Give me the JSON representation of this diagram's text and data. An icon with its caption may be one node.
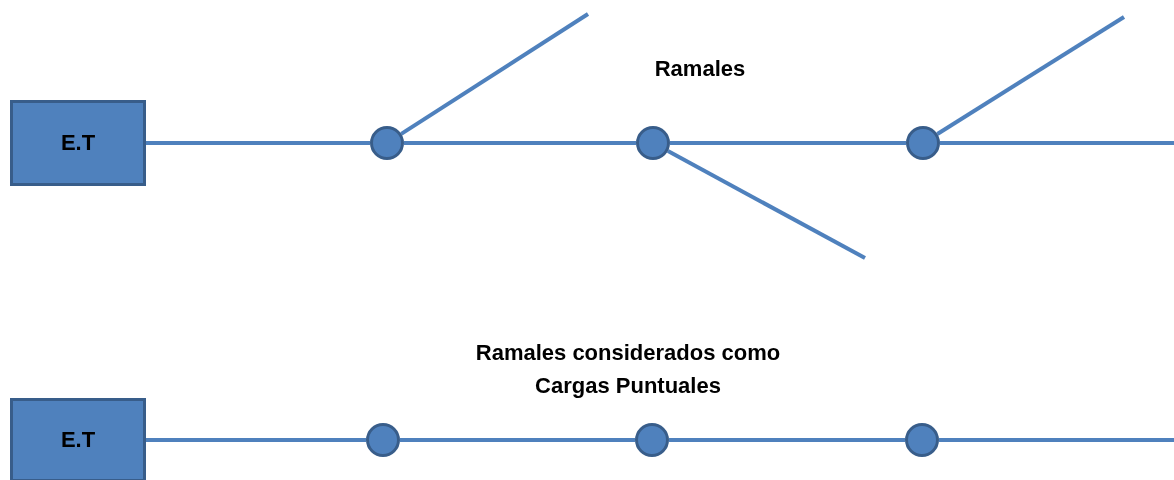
{
  "diagram": {
    "nodes": [
      {
        "text": [
          "E.T"
        ]
      },
      {
        "text": [],
        "shape": "circle"
      },
      {
        "text": [],
        "shape": "circle"
      },
      {
        "text": [],
        "shape": "circle"
      },
      {
        "text": [
          "E.T"
        ]
      },
      {
        "text": [],
        "shape": "circle"
      },
      {
        "text": [],
        "shape": "circle"
      },
      {
        "text": [],
        "shape": "circle"
      }
    ],
    "edges": [
      {
        "from": 0,
        "to": 1,
        "arrow": "none"
      },
      {
        "from": 1,
        "to": 2,
        "arrow": "none"
      },
      {
        "from": 2,
        "to": 3,
        "arrow": "none"
      },
      {
        "from": 3,
        "to": null,
        "arrow": "none"
      },
      {
        "from": 1,
        "to": null,
        "arrow": "none"
      },
      {
        "from": 2,
        "to": null,
        "arrow": "none"
      },
      {
        "from": 3,
        "to": null,
        "arrow": "none"
      },
      {
        "from": 4,
        "to": 5,
        "arrow": "none"
      },
      {
        "from": 5,
        "to": 6,
        "arrow": "none"
      },
      {
        "from": 6,
        "to": 7,
        "arrow": "none"
      },
      {
        "from": 7,
        "to": null,
        "arrow": "none"
      }
    ],
    "labels": [
      "Ramales",
      "Ramales considerados como Cargas Puntuales"
    ]
  }
}
